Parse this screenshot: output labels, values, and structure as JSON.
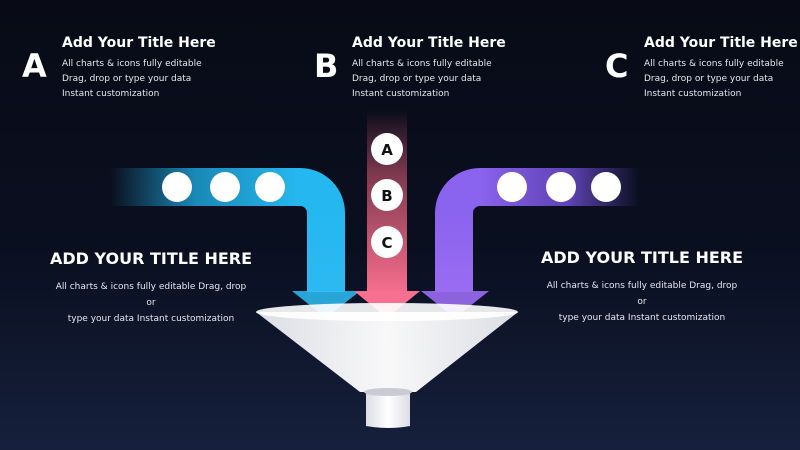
{
  "cards": [
    {
      "letter": "A",
      "title": "Add Your Title Here",
      "lines": [
        "All charts & icons fully editable",
        "Drag, drop or type your data",
        "Instant customization"
      ]
    },
    {
      "letter": "B",
      "title": "Add Your Title Here",
      "lines": [
        "All charts & icons fully editable",
        "Drag, drop or type your data",
        "Instant customization"
      ]
    },
    {
      "letter": "C",
      "title": "Add Your Title Here",
      "lines": [
        "All charts & icons fully editable",
        "Drag, drop or type your data",
        "Instant customization"
      ]
    }
  ],
  "left_panel": {
    "title": "ADD YOUR TITLE HERE",
    "desc_line1": "All charts & icons fully editable Drag, drop or",
    "desc_line2": "type your data Instant customization"
  },
  "right_panel": {
    "title": "ADD YOUR TITLE HERE",
    "desc_line1": "All charts & icons fully editable Drag, drop or",
    "desc_line2": "type your data Instant customization"
  },
  "center_stack": [
    "A",
    "B",
    "C"
  ],
  "colors": {
    "background": "#0a0f20",
    "arrow_left": "#23b6ee",
    "arrow_center": "#f2637f",
    "arrow_right": "#8a63ef",
    "funnel": "#f4f4f7"
  },
  "icons": {
    "arrows": "curved-arrow-icon",
    "funnel": "funnel-icon"
  }
}
